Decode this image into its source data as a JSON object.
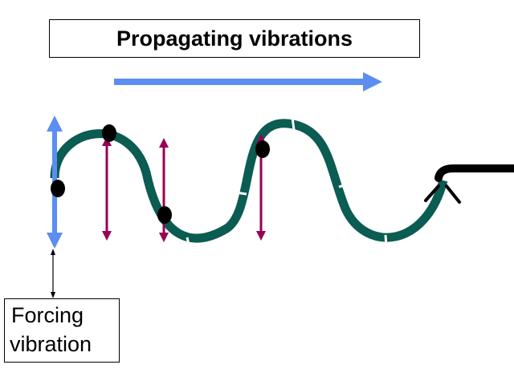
{
  "title": "Propagating vibrations",
  "label": {
    "line1": "Forcing",
    "line2": "vibration"
  },
  "colors": {
    "string": "#0b5c52",
    "blue_arrow": "#5b8ef0",
    "purple_arrow": "#990055",
    "dot": "#000000",
    "rod": "#000000"
  }
}
